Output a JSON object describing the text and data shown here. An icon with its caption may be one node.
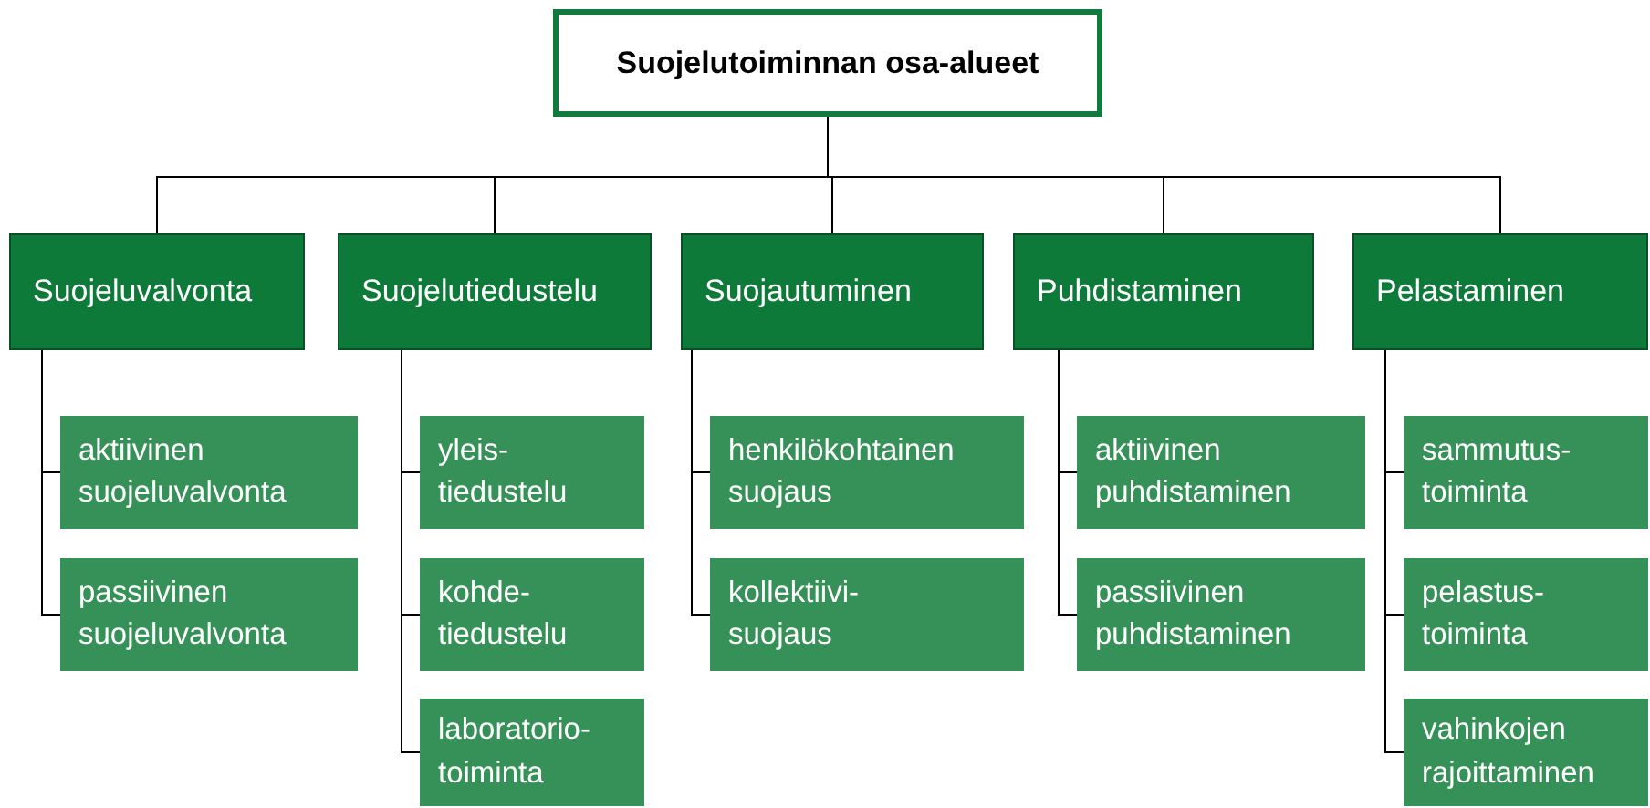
{
  "diagram": {
    "nodes": [
      {
        "text": [
          "Suojelutoiminnan osa-alueet"
        ]
      },
      {
        "text": [
          "Suojeluvalvonta"
        ]
      },
      {
        "text": [
          "Suojelutiedustelu"
        ]
      },
      {
        "text": [
          "Suojautuminen"
        ]
      },
      {
        "text": [
          "Puhdistaminen"
        ]
      },
      {
        "text": [
          "Pelastaminen"
        ]
      },
      {
        "text": [
          "aktiivinen suojeluvalvonta"
        ]
      },
      {
        "text": [
          "passiivinen suojeluvalvonta"
        ]
      },
      {
        "text": [
          "yleis- tiedustelu"
        ]
      },
      {
        "text": [
          "kohde- tiedustelu"
        ]
      },
      {
        "text": [
          "laboratorio- toiminta"
        ]
      },
      {
        "text": [
          "henkilökohtainen suojaus"
        ]
      },
      {
        "text": [
          "kollektiivi- suojaus"
        ]
      },
      {
        "text": [
          "aktiivinen puhdistaminen"
        ]
      },
      {
        "text": [
          "passiivinen puhdistaminen"
        ]
      },
      {
        "text": [
          "sammutus- toiminta"
        ]
      },
      {
        "text": [
          "pelastus- toiminta"
        ]
      },
      {
        "text": [
          "vahinkojen rajoittaminen"
        ]
      }
    ],
    "edges": [
      {
        "from": 0,
        "to": 1,
        "arrow": "none"
      },
      {
        "from": 0,
        "to": 2,
        "arrow": "none"
      },
      {
        "from": 0,
        "to": 3,
        "arrow": "none"
      },
      {
        "from": 0,
        "to": 4,
        "arrow": "none"
      },
      {
        "from": 0,
        "to": 5,
        "arrow": "none"
      },
      {
        "from": 1,
        "to": 6,
        "arrow": "none"
      },
      {
        "from": 1,
        "to": 7,
        "arrow": "none"
      },
      {
        "from": 2,
        "to": 8,
        "arrow": "none"
      },
      {
        "from": 2,
        "to": 9,
        "arrow": "none"
      },
      {
        "from": 2,
        "to": 10,
        "arrow": "none"
      },
      {
        "from": 3,
        "to": 11,
        "arrow": "none"
      },
      {
        "from": 3,
        "to": 12,
        "arrow": "none"
      },
      {
        "from": 4,
        "to": 13,
        "arrow": "none"
      },
      {
        "from": 4,
        "to": 14,
        "arrow": "none"
      },
      {
        "from": 5,
        "to": 15,
        "arrow": "none"
      },
      {
        "from": 5,
        "to": 16,
        "arrow": "none"
      },
      {
        "from": 5,
        "to": 17,
        "arrow": "none"
      }
    ]
  }
}
